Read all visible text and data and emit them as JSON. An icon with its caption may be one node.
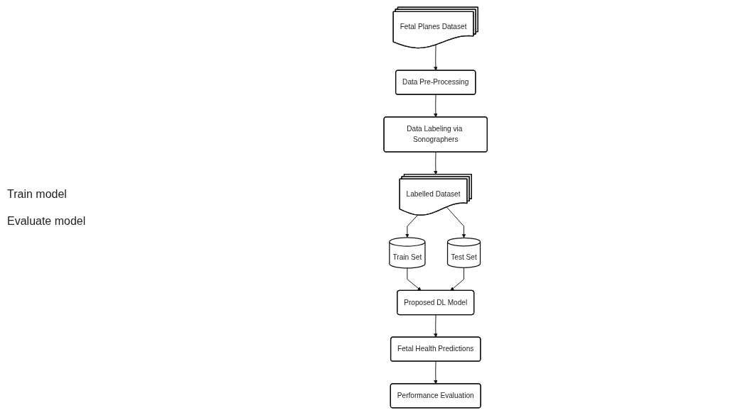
{
  "diagram": {
    "nodes": [
      {
        "text": [
          "Fetal Planes Dataset"
        ]
      },
      {
        "text": [
          "Data Pre-Processing"
        ]
      },
      {
        "text": [
          "Data Labeling via Sonographers"
        ]
      },
      {
        "text": [
          "Labelled Dataset"
        ]
      },
      {
        "text": [
          "Train Set"
        ]
      },
      {
        "text": [
          "Test Set"
        ]
      },
      {
        "text": [
          "Proposed DL Model"
        ]
      },
      {
        "text": [
          "Fetal Health Predictions"
        ]
      },
      {
        "text": [
          "Performance Evaluation"
        ]
      }
    ],
    "edges": [
      {
        "from": 0,
        "to": 1,
        "arrow": "to"
      },
      {
        "from": 1,
        "to": 2,
        "arrow": "to"
      },
      {
        "from": 2,
        "to": 3,
        "arrow": "to"
      },
      {
        "from": 3,
        "to": 4,
        "arrow": "to"
      },
      {
        "from": 3,
        "to": 5,
        "arrow": "to"
      },
      {
        "from": 4,
        "to": 6,
        "arrow": "to"
      },
      {
        "from": 5,
        "to": 6,
        "arrow": "to"
      },
      {
        "from": 6,
        "to": 7,
        "arrow": "to"
      },
      {
        "from": 7,
        "to": 8,
        "arrow": "to"
      }
    ],
    "labels": [
      "Train model",
      "Evaluate model"
    ]
  }
}
